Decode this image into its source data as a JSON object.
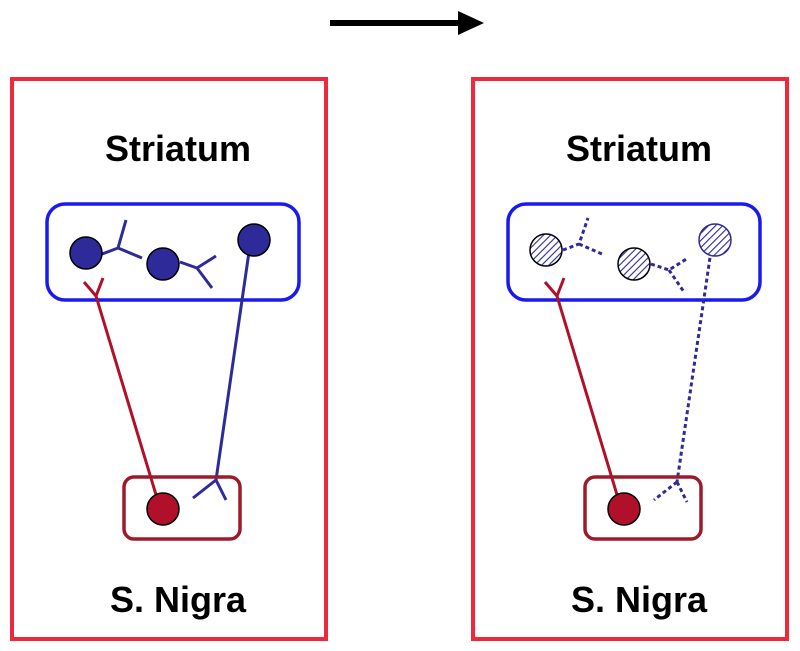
{
  "panels": [
    {
      "top_label": "Striatum",
      "bottom_label": "S. Nigra"
    },
    {
      "top_label": "Striatum",
      "bottom_label": "S. Nigra"
    }
  ],
  "colors": {
    "outer_frame": "#ee2a3a",
    "striatum_box": "#1a1aee",
    "nigra_box": "#9b1b2a",
    "red_neuron": "#b0102a",
    "blue_neuron": "#2e2a9a",
    "arrow": "#000000"
  },
  "icons": {
    "arrow": "right-arrow",
    "healthy_neuron": "filled-circle",
    "degenerating_neuron": "hatched-circle"
  }
}
